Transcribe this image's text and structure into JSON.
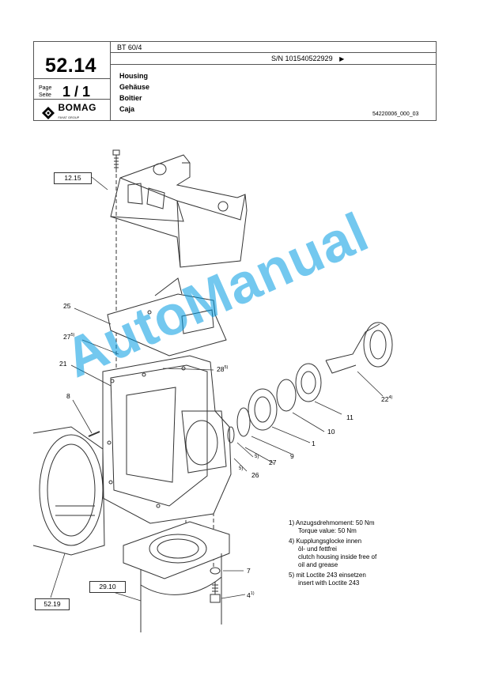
{
  "header": {
    "page_number": "52.14",
    "model": "BT 60/4",
    "serial": "S/N 101540522929",
    "serial_arrow": "▶",
    "page_label_1": "Page",
    "page_label_2": "Seite",
    "page_value": "1  /  1",
    "titles": [
      "Housing",
      "Gehäuse",
      "Boîtier",
      "Caja"
    ],
    "doc_id": "54220006_000_03",
    "brand": "BOMAG",
    "brand_sub": "FAYAT GROUP"
  },
  "refs": {
    "r1215": "12.15",
    "r2910": "29.10",
    "r5219": "52.19"
  },
  "parts": {
    "p25": "25",
    "p27a": "27",
    "p27a_note": "5)",
    "p21": "21",
    "p28": "28",
    "p28_note": "5)",
    "p8": "8",
    "p22": "22",
    "p22_note": "4)",
    "p11": "11",
    "p10": "10",
    "p1": "1",
    "p9": "9",
    "p27b": "27",
    "p5note": "5)",
    "p26": "26",
    "p26_note": "5)",
    "p7": "7",
    "p4": "4",
    "p4_note": "1)"
  },
  "notes": {
    "n1a": "1) Anzugsdrehmoment: 50  Nm",
    "n1b": "Torque value: 50  Nm",
    "n4a": "4) Kupplungsglocke innen",
    "n4b": "öl- und fettfrei",
    "n4c": "clutch housing inside free of",
    "n4d": "oil and grease",
    "n5a": "5) mit Loctite 243 einsetzen",
    "n5b": "insert with Loctite 243"
  },
  "watermark": "AutoManual",
  "colors": {
    "watermark": "#1a9fe0",
    "line": "#333333"
  }
}
